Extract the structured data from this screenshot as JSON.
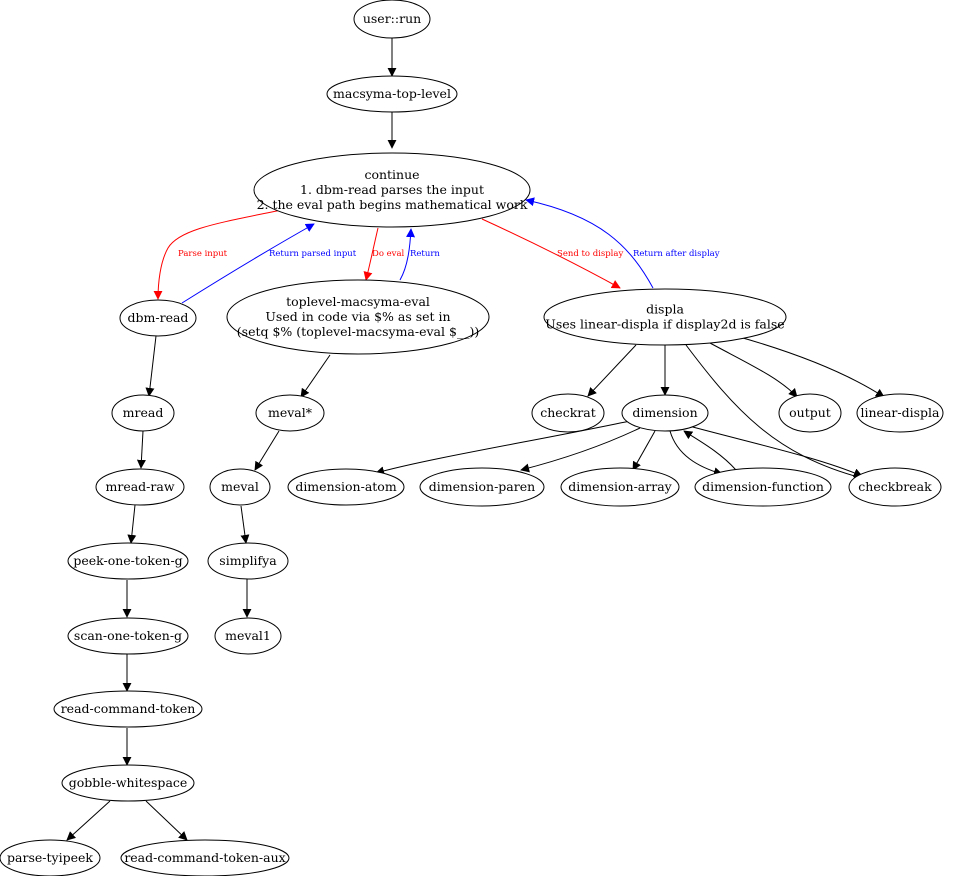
{
  "colors": {
    "line": "#000000",
    "red": "#ff0000",
    "blue": "#0000ff",
    "background": "#ffffff"
  },
  "nodes": {
    "user_run": [
      "user::run"
    ],
    "macsyma_top_level": [
      "macsyma-top-level"
    ],
    "continue": [
      "continue",
      "1. dbm-read parses the input",
      "2. the eval path begins mathematical work"
    ],
    "dbm_read": [
      "dbm-read"
    ],
    "toplevel_macsyma_eval": [
      "toplevel-macsyma-eval",
      "Used in code via $% as set in",
      "(setq $% (toplevel-macsyma-eval $__))"
    ],
    "displa": [
      "displa",
      "Uses linear-displa if display2d is false"
    ],
    "mread": [
      "mread"
    ],
    "meval_star": [
      "meval*"
    ],
    "checkrat": [
      "checkrat"
    ],
    "dimension": [
      "dimension"
    ],
    "output": [
      "output"
    ],
    "linear_displa": [
      "linear-displa"
    ],
    "mread_raw": [
      "mread-raw"
    ],
    "meval": [
      "meval"
    ],
    "dimension_atom": [
      "dimension-atom"
    ],
    "dimension_paren": [
      "dimension-paren"
    ],
    "dimension_array": [
      "dimension-array"
    ],
    "dimension_function": [
      "dimension-function"
    ],
    "checkbreak": [
      "checkbreak"
    ],
    "peek_one_token_g": [
      "peek-one-token-g"
    ],
    "simplifya": [
      "simplifya"
    ],
    "scan_one_token_g": [
      "scan-one-token-g"
    ],
    "meval1": [
      "meval1"
    ],
    "read_command_token": [
      "read-command-token"
    ],
    "gobble_whitespace": [
      "gobble-whitespace"
    ],
    "parse_tyipeek": [
      "parse-tyipeek"
    ],
    "read_command_token_aux": [
      "read-command-token-aux"
    ]
  },
  "edge_labels": {
    "parse_input": "Parse input",
    "return_parsed_input": "Return parsed input",
    "do_eval": "Do eval",
    "return": "Return",
    "send_to_display": "Send to display",
    "return_after_display": "Return after display"
  }
}
